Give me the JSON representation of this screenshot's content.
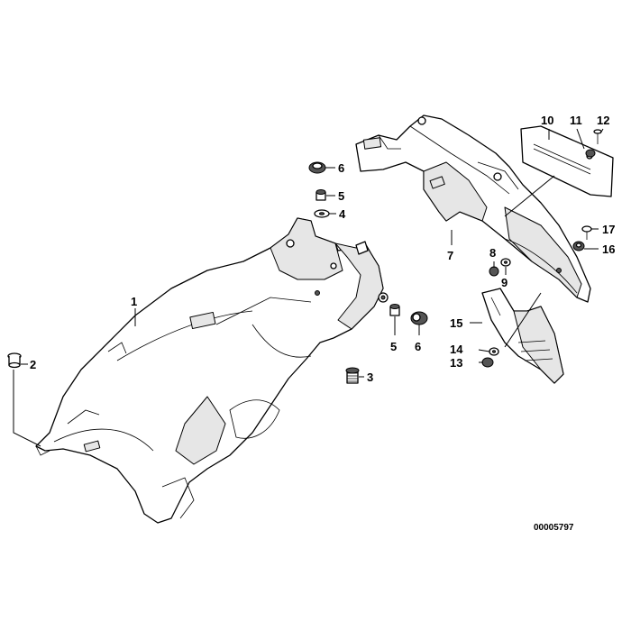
{
  "diagram": {
    "reference_code": "00005797",
    "callouts": [
      {
        "id": "c1",
        "label": "1"
      },
      {
        "id": "c2",
        "label": "2"
      },
      {
        "id": "c3",
        "label": "3"
      },
      {
        "id": "c4",
        "label": "4"
      },
      {
        "id": "c5a",
        "label": "5"
      },
      {
        "id": "c5b",
        "label": "5"
      },
      {
        "id": "c6a",
        "label": "6"
      },
      {
        "id": "c6b",
        "label": "6"
      },
      {
        "id": "c7",
        "label": "7"
      },
      {
        "id": "c8",
        "label": "8"
      },
      {
        "id": "c9",
        "label": "9"
      },
      {
        "id": "c10",
        "label": "10"
      },
      {
        "id": "c11",
        "label": "11"
      },
      {
        "id": "c12",
        "label": "12"
      },
      {
        "id": "c13",
        "label": "13"
      },
      {
        "id": "c14",
        "label": "14"
      },
      {
        "id": "c15",
        "label": "15"
      },
      {
        "id": "c16",
        "label": "16"
      },
      {
        "id": "c17",
        "label": "17"
      }
    ],
    "colors": {
      "line": "#000000",
      "background": "#ffffff",
      "shade": "#e6e6e6"
    }
  }
}
